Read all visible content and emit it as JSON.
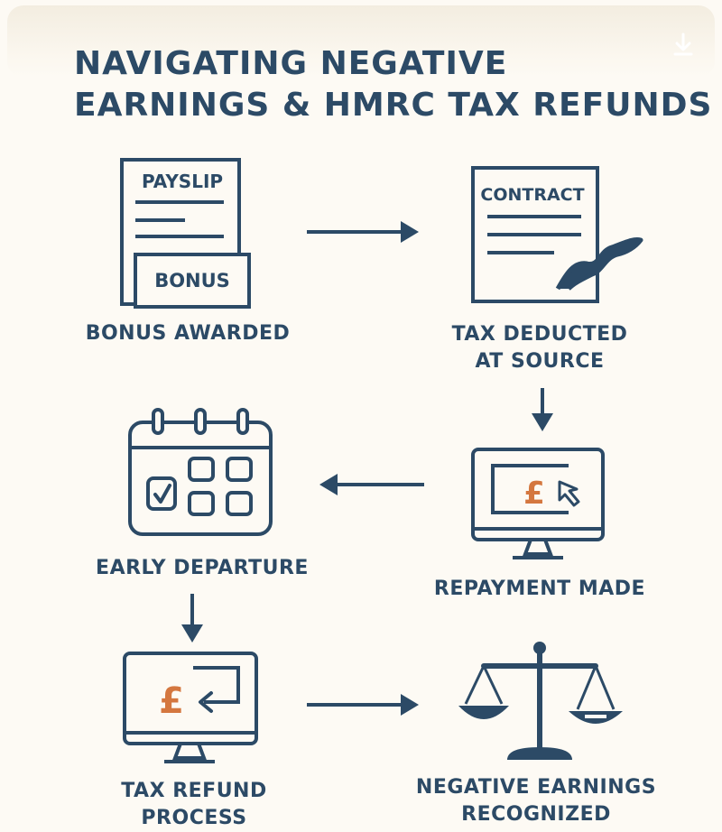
{
  "title": {
    "line1": "NAVIGATING NEGATIVE",
    "line2": "EARNINGS & HMRC TAX REFUNDS"
  },
  "steps": {
    "bonus_awarded": {
      "label": "BONUS AWARDED",
      "doc_header": "PAYSLIP",
      "doc_tag": "BONUS"
    },
    "tax_deducted": {
      "label_line1": "TAX DEDUCTED",
      "label_line2": "AT SOURCE",
      "doc_header": "CONTRACT"
    },
    "repayment_made": {
      "label": "REPAYMENT MADE",
      "symbol": "£"
    },
    "early_departure": {
      "label": "EARLY DEPARTURE"
    },
    "tax_refund_process": {
      "label_line1": "TAX REFUND",
      "label_line2": "PROCESS",
      "symbol": "£"
    },
    "negative_earnings": {
      "label_line1": "NEGATIVE EARNINGS",
      "label_line2": "RECOGNIZED"
    }
  },
  "colors": {
    "primary": "#2c4a66",
    "accent": "#d4773f",
    "background": "#fdfaf4"
  },
  "icons": {
    "download": "download-icon",
    "payslip": "payslip-icon",
    "contract": "contract-icon",
    "calendar": "calendar-icon",
    "monitor_payment": "monitor-payment-icon",
    "monitor_refund": "monitor-refund-icon",
    "scales": "scales-icon"
  }
}
